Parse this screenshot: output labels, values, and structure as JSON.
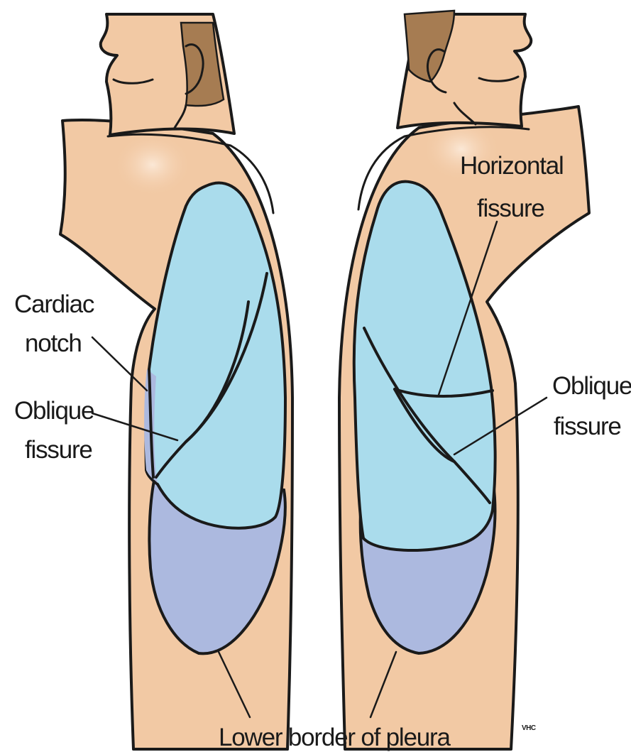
{
  "labels": {
    "cardiac_notch_line1": "Cardiac",
    "cardiac_notch_line2": "notch",
    "oblique_left_line1": "Oblique",
    "oblique_left_line2": "fissure",
    "horizontal_line1": "Horizontal",
    "horizontal_line2": "fissure",
    "oblique_right_line1": "Oblique",
    "oblique_right_line2": "fissure",
    "lower_border": "Lower border of pleura",
    "signature": "VHC"
  },
  "colors": {
    "skin": "#f2c9a4",
    "hair": "#a67c52",
    "lung": "#aadcec",
    "pleura": "#acb9df",
    "outline": "#1a1a1a"
  }
}
